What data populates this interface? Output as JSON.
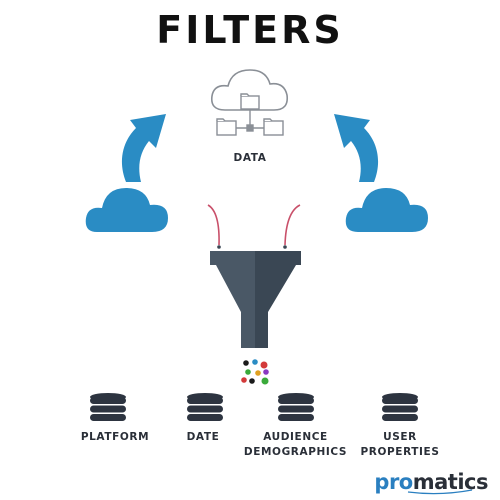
{
  "title": "FILTERS",
  "center": {
    "label": "DATA"
  },
  "categories": [
    {
      "lines": [
        "PLATFORM"
      ]
    },
    {
      "lines": [
        "DATE"
      ]
    },
    {
      "lines": [
        "AUDIENCE",
        "DEMOGRAPHICS"
      ]
    },
    {
      "lines": [
        "USER",
        "PROPERTIES"
      ]
    }
  ],
  "brand": {
    "prefix": "pro",
    "suffix": "matics"
  },
  "colors": {
    "cloud_blue": "#2a8cc4",
    "funnel_dark": "#3a4754",
    "funnel_light": "#4a5866",
    "db_dark": "#2d3440",
    "stream_red": "#c9506a",
    "brand_blue": "#2a7fc0",
    "brand_gray": "#2a2f38"
  },
  "particle_colors": [
    "#1a1a1a",
    "#2a8cc4",
    "#d33a3a",
    "#3aaa3a",
    "#e0a020",
    "#8a3ac0",
    "#1a1a1a",
    "#d33a3a",
    "#3aaa3a"
  ]
}
